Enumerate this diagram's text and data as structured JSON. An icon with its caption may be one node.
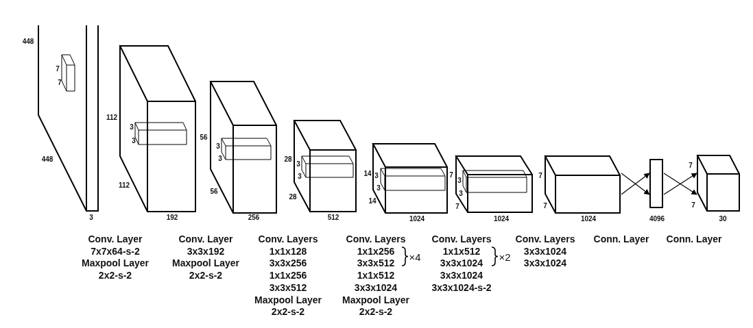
{
  "diagram": {
    "nodes": [
      {
        "text": [
          "7",
          "7",
          "448"
        ],
        "beside": [
          "448",
          "3"
        ]
      },
      {
        "text": [
          "3",
          "3",
          "112"
        ],
        "beside": [
          "112",
          "192"
        ]
      },
      {
        "text": [
          "3",
          "3",
          "56"
        ],
        "beside": [
          "56",
          "256"
        ]
      },
      {
        "text": [
          "3",
          "3",
          "28"
        ],
        "beside": [
          "28",
          "512"
        ]
      },
      {
        "text": [
          "3",
          "3",
          "14"
        ],
        "beside": [
          "14",
          "1024"
        ]
      },
      {
        "text": [
          "3",
          "3",
          "7"
        ],
        "beside": [
          "7",
          "1024"
        ]
      },
      {
        "text": [
          "7"
        ],
        "beside": [
          "7",
          "1024"
        ]
      },
      {
        "text": [],
        "shape": "bar",
        "beside": [
          "4096"
        ]
      },
      {
        "text": [],
        "shape": "box",
        "beside": [
          "7",
          "7",
          "30"
        ]
      }
    ],
    "edges": [
      {
        "from": 6,
        "to": 7,
        "arrow": "to"
      },
      {
        "from": 6,
        "to": 7,
        "arrow": "to"
      },
      {
        "from": 7,
        "to": 8,
        "arrow": "to"
      },
      {
        "from": 7,
        "to": 8,
        "arrow": "to"
      }
    ],
    "labels": [
      "Conv. Layer",
      "7x7x64-s-2",
      "Maxpool Layer",
      "2x2-s-2",
      "Conv. Layer",
      "3x3x192",
      "Maxpool Layer",
      "2x2-s-2",
      "Conv. Layers",
      "1x1x128",
      "3x3x256",
      "1x1x256",
      "3x3x512",
      "Maxpool Layer",
      "2x2-s-2",
      "Conv. Layers",
      "1x1x256",
      "3x3x512",
      "1x1x512",
      "3x3x1024",
      "Maxpool Layer",
      "2x2-s-2",
      "×4",
      "Conv. Layers",
      "1x1x512",
      "3x3x1024",
      "3x3x1024",
      "3x3x1024-s-2",
      "×2",
      "Conv. Layers",
      "3x3x1024",
      "3x3x1024",
      "Conn. Layer",
      "Conn. Layer"
    ]
  }
}
